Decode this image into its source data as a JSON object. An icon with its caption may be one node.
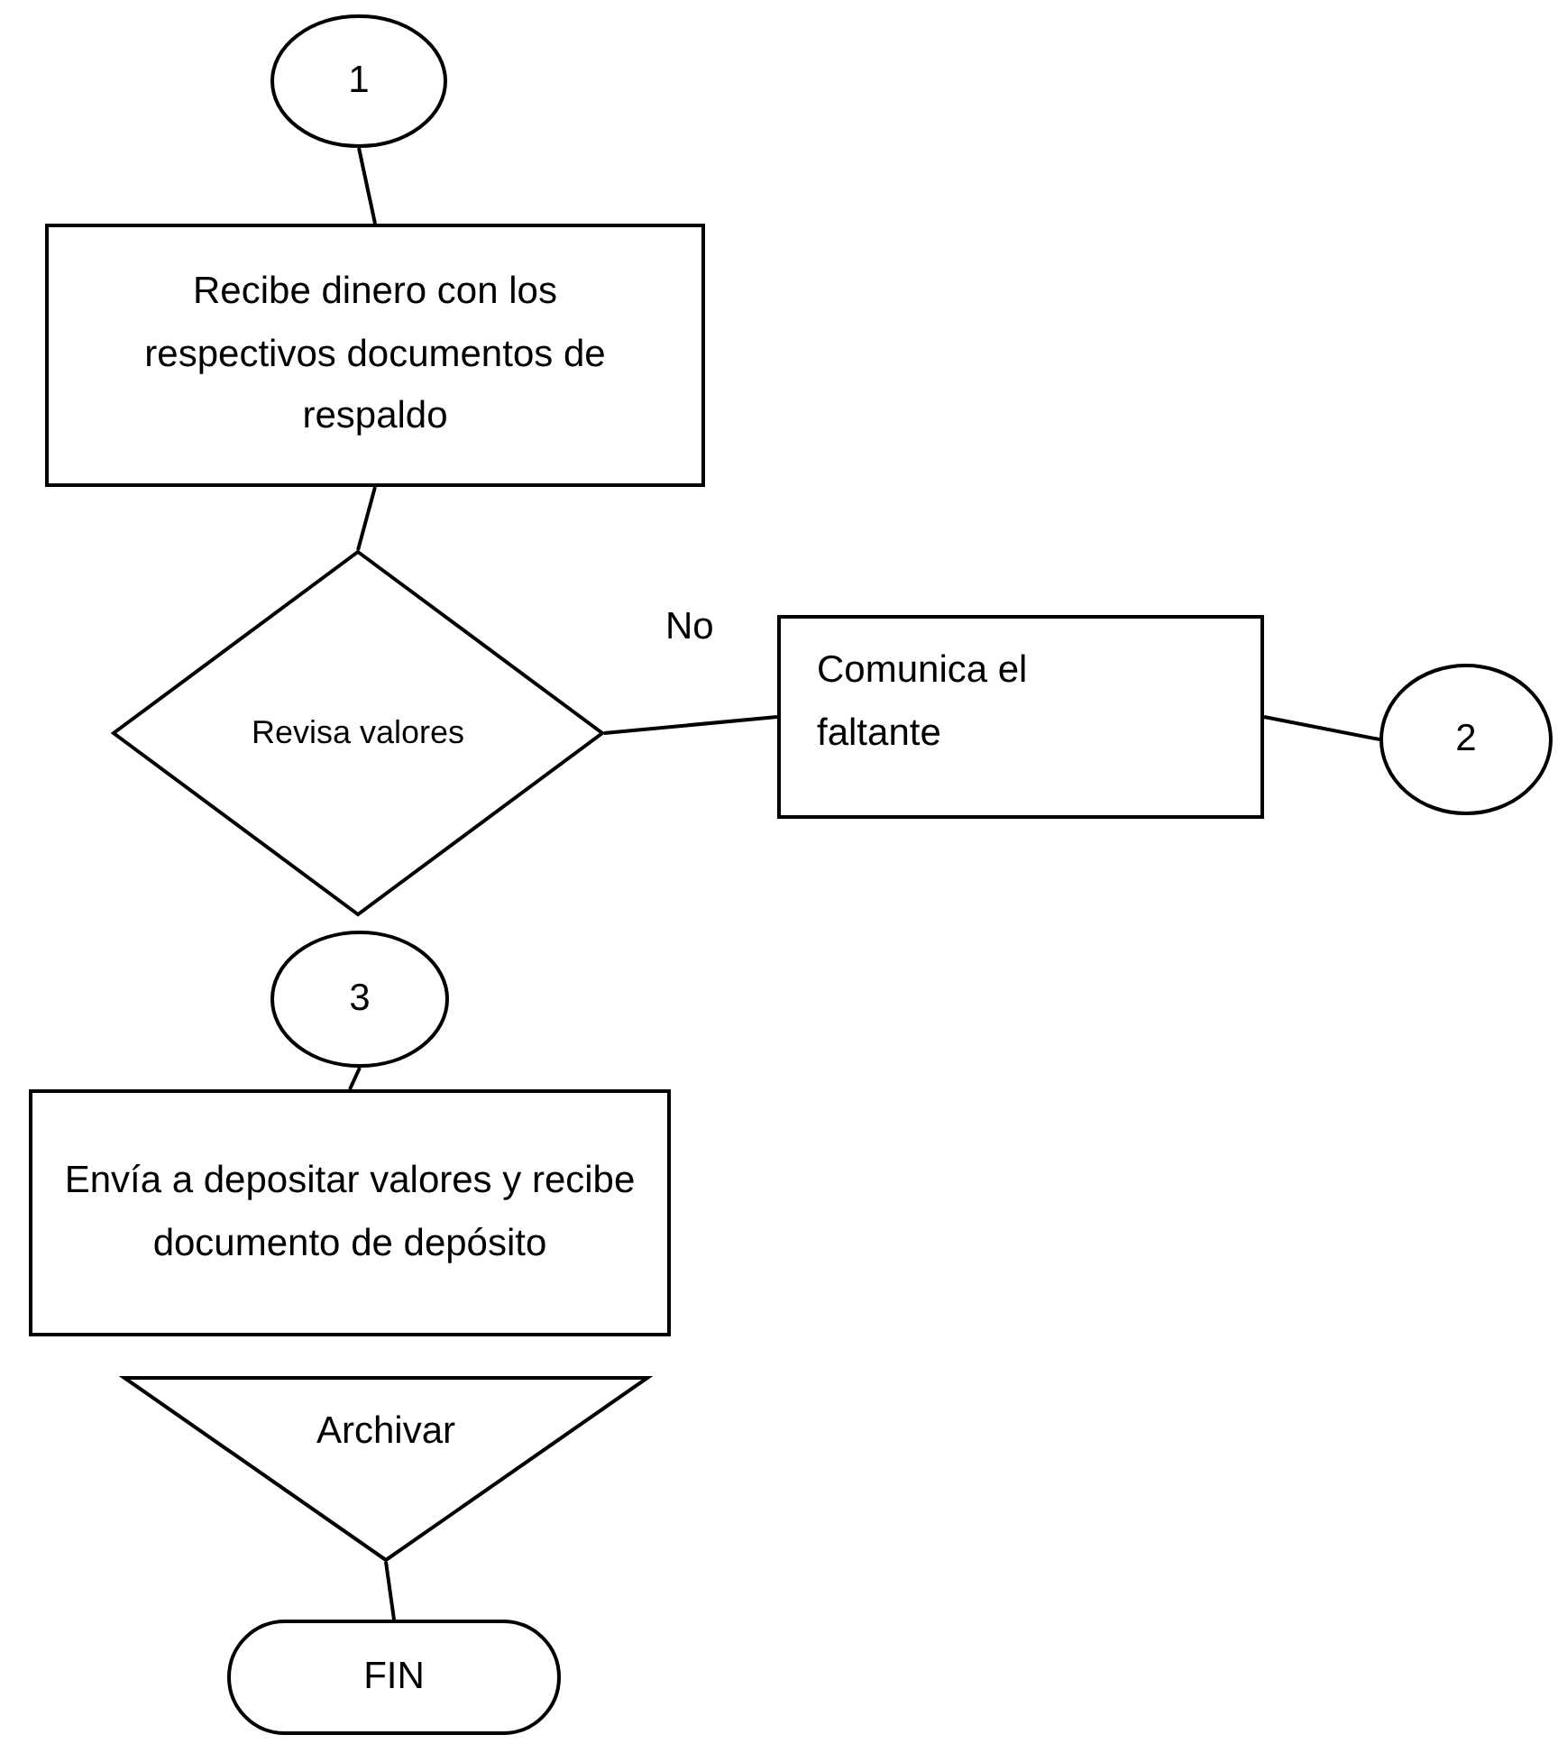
{
  "diagram": {
    "nodes": [
      {
        "text": [
          "1"
        ]
      },
      {
        "text": [
          "Recibe dinero con los respectivos documentos de respaldo"
        ]
      },
      {
        "text": [
          "Revisa valores"
        ]
      },
      {
        "text": [
          "Comunica el faltante"
        ]
      },
      {
        "text": [
          "2"
        ]
      },
      {
        "text": [
          "3"
        ]
      },
      {
        "text": [
          "Envía a depositar valores y recibe documento de depósito"
        ]
      },
      {
        "text": [
          "Archivar"
        ]
      },
      {
        "text": [
          "FIN"
        ]
      }
    ],
    "edges": [
      {
        "from": 0,
        "to": 1,
        "arrow": "none"
      },
      {
        "from": 1,
        "to": 2,
        "arrow": "none"
      },
      {
        "from": 2,
        "to": 3,
        "arrow": "none",
        "label": "No"
      },
      {
        "from": 3,
        "to": 4,
        "arrow": "none"
      },
      {
        "from": 5,
        "to": 6,
        "arrow": "none"
      },
      {
        "from": 7,
        "to": 8,
        "arrow": "none"
      }
    ]
  }
}
